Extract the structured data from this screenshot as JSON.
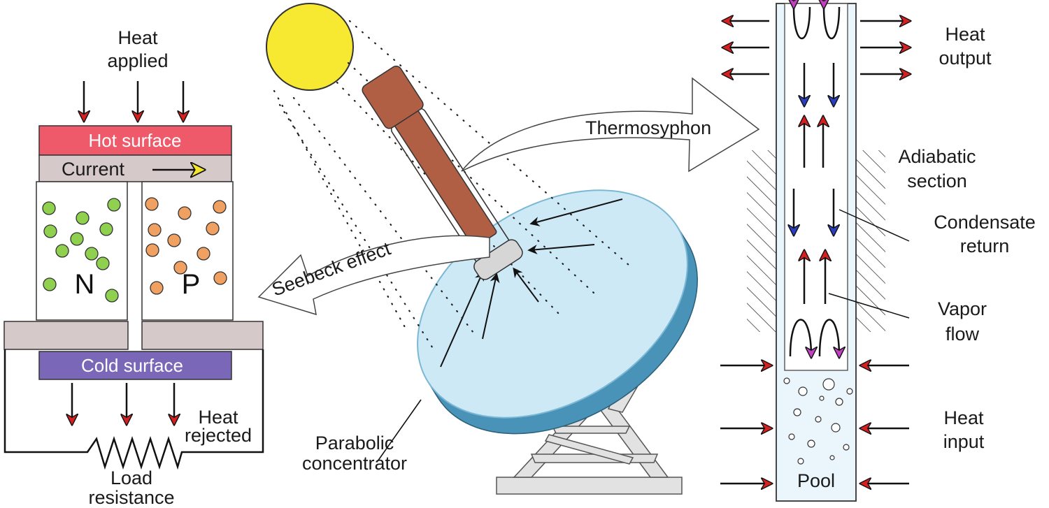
{
  "teg": {
    "heat_applied": [
      "Heat",
      "applied"
    ],
    "hot_surface": "Hot surface",
    "current": "Current",
    "n_label": "N",
    "p_label": "P",
    "cold_surface": "Cold surface",
    "heat_rejected": [
      "Heat",
      "rejected"
    ],
    "load_resistance": [
      "Load",
      "resistance"
    ],
    "colors": {
      "hot": "#ef5a6a",
      "current_bar": "#d6c9c9",
      "cold": "#7a67b8",
      "n_carrier": "#8fd14f",
      "p_carrier": "#f0a060"
    }
  },
  "center": {
    "seebeck": "Seebeck effect",
    "thermosyphon": "Thermosyphon",
    "parabolic": [
      "Parabolic",
      "concentrator"
    ],
    "colors": {
      "sun": "#f7e832",
      "dish_face": "#cde9f6",
      "dish_rim": "#4a93b8",
      "tube": "#b05f45",
      "stand": "#e2e2e2"
    }
  },
  "heatpipe": {
    "heat_output": [
      "Heat",
      "output"
    ],
    "adiabatic": [
      "Adiabatic",
      "section"
    ],
    "condensate": [
      "Condensate",
      "return"
    ],
    "vapor": [
      "Vapor",
      "flow"
    ],
    "heat_input": [
      "Heat",
      "input"
    ],
    "pool": "Pool",
    "colors": {
      "pipe": "#eaf6fc",
      "arrow_red": "#d42020",
      "arrow_blue": "#2a3fbf",
      "arrow_magenta": "#c040c0"
    }
  }
}
